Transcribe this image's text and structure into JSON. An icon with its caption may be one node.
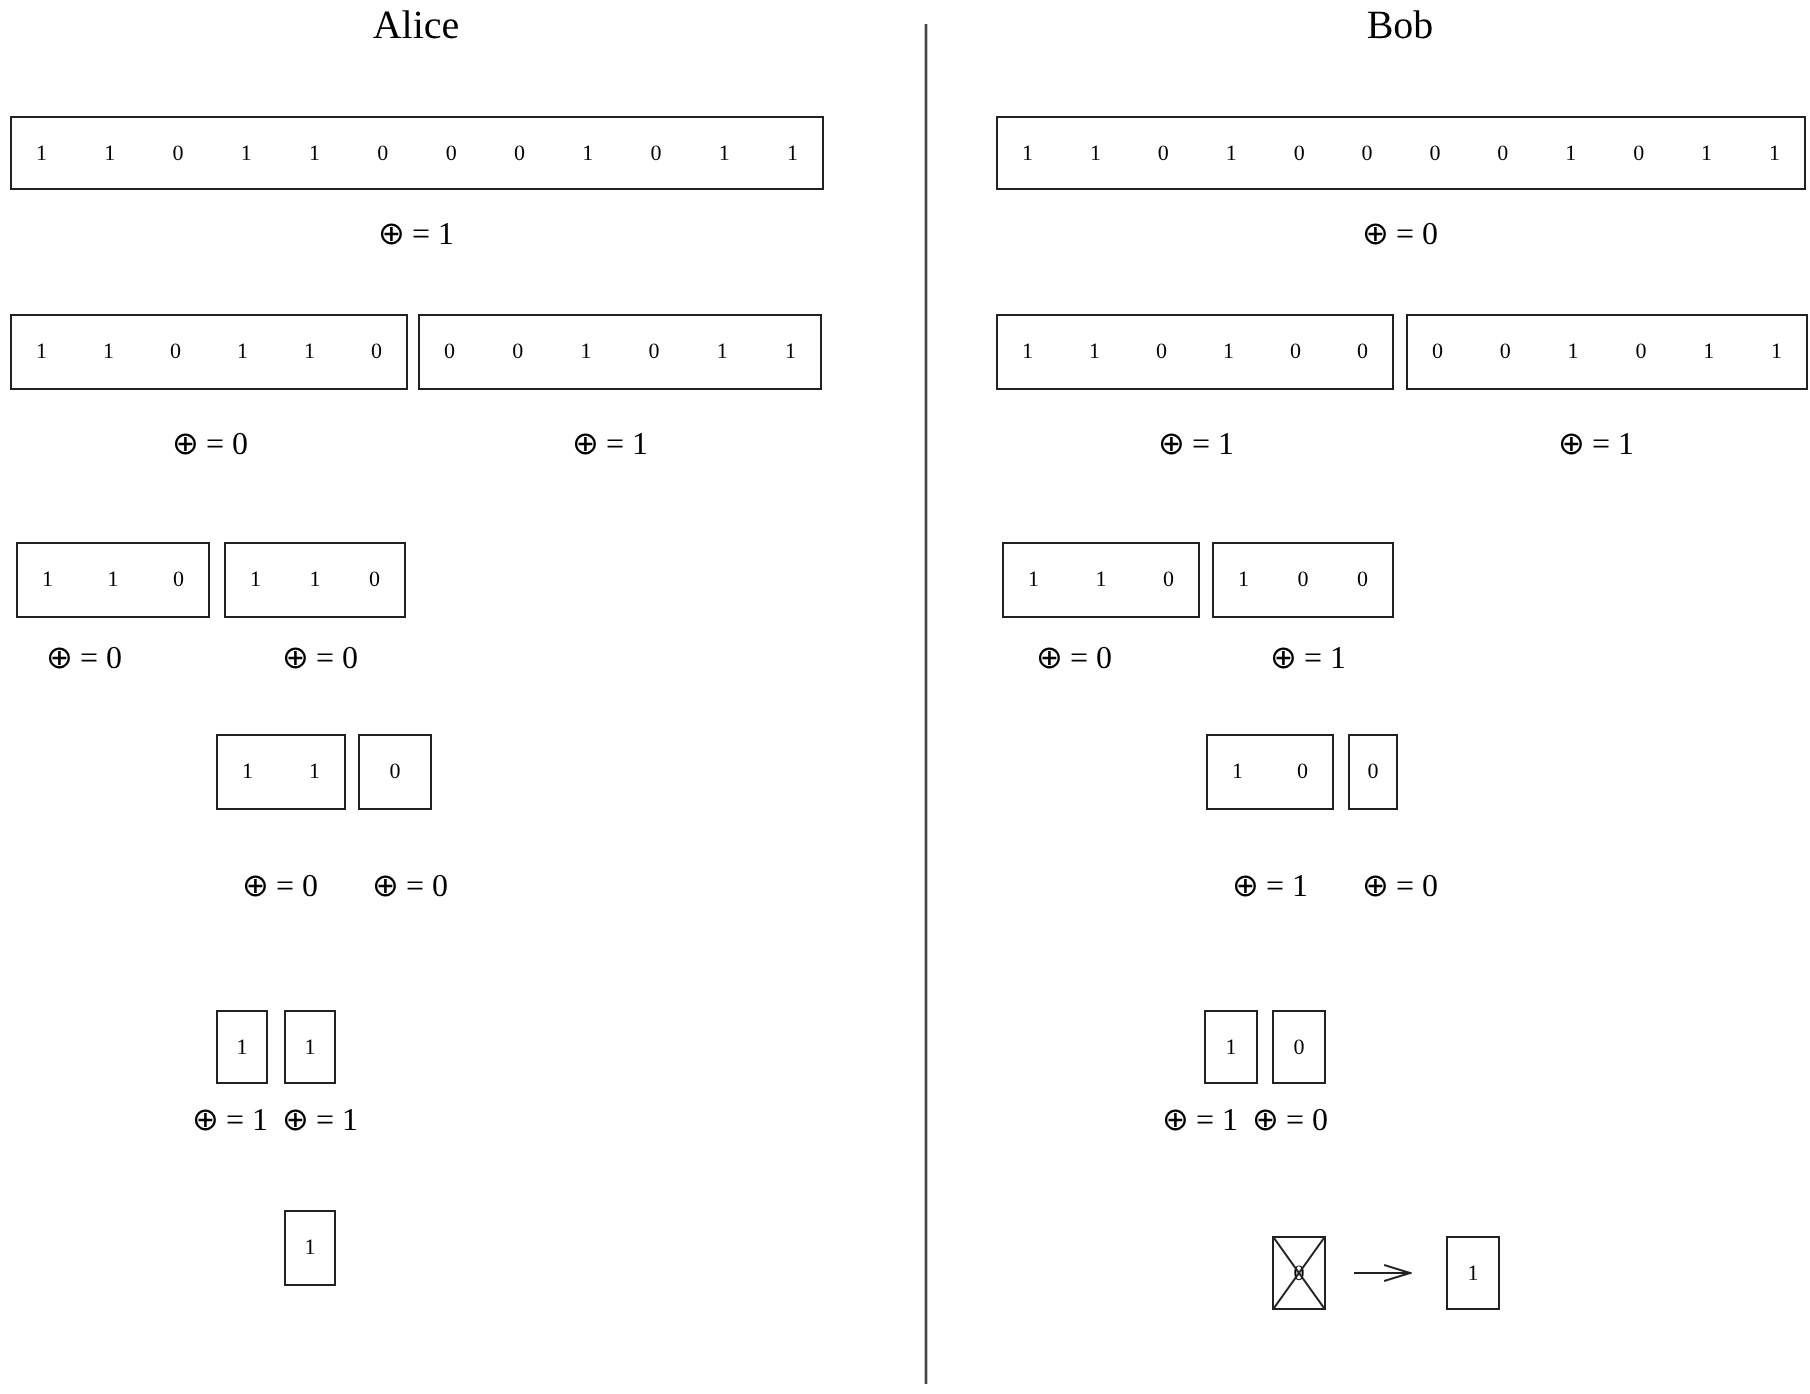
{
  "diagram": {
    "nodes": [
      {
        "text": [
          "1 1 0 1 1 0 0 0 1 0 1 1"
        ],
        "beside": [
          "⊕ = 1"
        ]
      },
      {
        "text": [
          "1 1 0 1 1 0"
        ],
        "beside": [
          "⊕ = 0"
        ]
      },
      {
        "text": [
          "0 0 1 0 1 1"
        ],
        "beside": [
          "⊕ = 1"
        ]
      },
      {
        "text": [
          "1 1 0"
        ],
        "beside": [
          "⊕ = 0"
        ]
      },
      {
        "text": [
          "1 1 0"
        ],
        "beside": [
          "⊕ = 0"
        ]
      },
      {
        "text": [
          "1 1"
        ],
        "beside": [
          "⊕ = 0"
        ]
      },
      {
        "text": [
          "0"
        ],
        "beside": [
          "⊕ = 0"
        ]
      },
      {
        "text": [
          "1"
        ],
        "beside": [
          "⊕ = 1"
        ]
      },
      {
        "text": [
          "1"
        ],
        "beside": [
          "⊕ = 1"
        ]
      },
      {
        "text": [
          "1"
        ]
      },
      {
        "text": [
          "1 1 0 1 0 0 0 0 1 0 1 1"
        ],
        "beside": [
          "⊕ = 0"
        ]
      },
      {
        "text": [
          "1 1 0 1 0 0"
        ],
        "beside": [
          "⊕ = 1"
        ]
      },
      {
        "text": [
          "0 0 1 0 1 1"
        ],
        "beside": [
          "⊕ = 1"
        ]
      },
      {
        "text": [
          "1 1 0"
        ],
        "beside": [
          "⊕ = 0"
        ]
      },
      {
        "text": [
          "1 0 0"
        ],
        "beside": [
          "⊕ = 1"
        ]
      },
      {
        "text": [
          "1 0"
        ],
        "beside": [
          "⊕ = 1"
        ]
      },
      {
        "text": [
          "0"
        ],
        "beside": [
          "⊕ = 0"
        ]
      },
      {
        "text": [
          "1"
        ],
        "beside": [
          "⊕ = 1"
        ]
      },
      {
        "text": [
          "0"
        ],
        "beside": [
          "⊕ = 0"
        ]
      },
      {
        "text": [
          "0"
        ]
      },
      {
        "text": [
          "1"
        ]
      }
    ],
    "edges": [
      {
        "from": 19,
        "to": 20,
        "arrow": "to"
      }
    ],
    "labels": [
      "Alice",
      "Bob"
    ]
  }
}
